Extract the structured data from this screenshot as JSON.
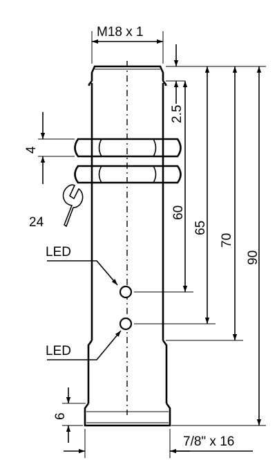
{
  "labels": {
    "thread_top": "M18 x 1",
    "thread_bottom": "7/8\" x 16",
    "wrench": "24",
    "led_upper": "LED",
    "led_lower": "LED"
  },
  "dimensions": {
    "d_2_5": "2.5",
    "d_4": "4",
    "d_6": "6",
    "d_60": "60",
    "d_65": "65",
    "d_70": "70",
    "d_90": "90"
  }
}
